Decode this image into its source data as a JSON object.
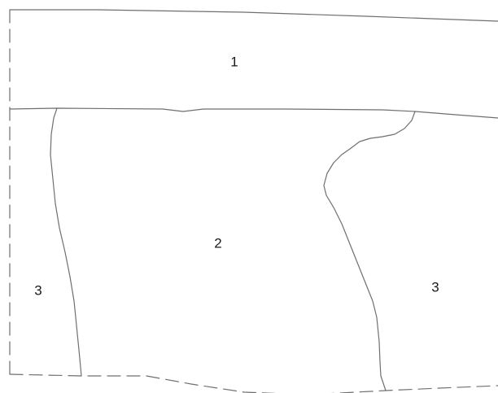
{
  "regions": [
    {
      "id": "region-1-top",
      "label": "1"
    },
    {
      "id": "region-2-center",
      "label": "2"
    },
    {
      "id": "region-3-left",
      "label": "3"
    },
    {
      "id": "region-3-right",
      "label": "3"
    }
  ],
  "colors": {
    "line": "#6f6f6f",
    "text": "#1a1a1a",
    "background": "#ffffff"
  }
}
